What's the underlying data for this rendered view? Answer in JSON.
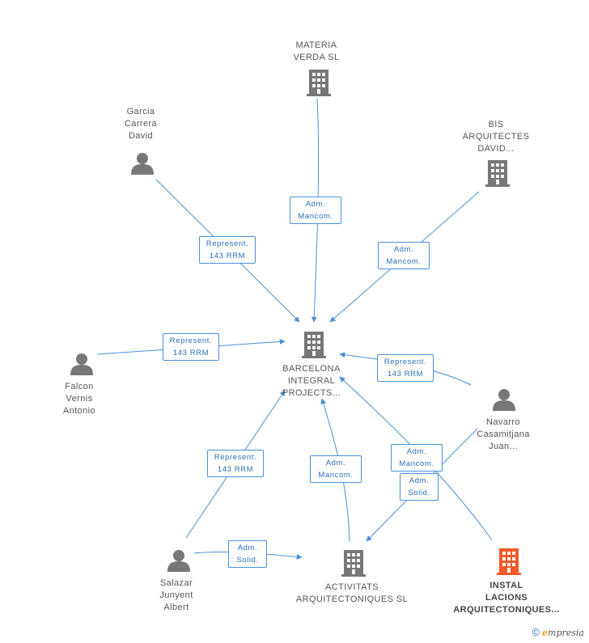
{
  "colors": {
    "edge": "#4a90d9",
    "icon": "#777777",
    "highlight": "#f05a28"
  },
  "nodes": [
    {
      "id": "barcelona",
      "type": "company",
      "label": "BARCELONA\nINTEGRAL\nPROJECTS..."
    },
    {
      "id": "materia",
      "type": "company",
      "label": "MATERIA\nVERDA  SL"
    },
    {
      "id": "bis",
      "type": "company",
      "label": "BIS\nARQUITECTES\nDAVID..."
    },
    {
      "id": "garcia",
      "type": "person",
      "label": "Garcia\nCarrera\nDavid"
    },
    {
      "id": "falcon",
      "type": "person",
      "label": "Falcon\nVernis\nAntonio"
    },
    {
      "id": "navarro",
      "type": "person",
      "label": "Navarro\nCasamitjana\nJuan..."
    },
    {
      "id": "salazar",
      "type": "person",
      "label": "Salazar\nJunyent\nAlbert"
    },
    {
      "id": "activitats",
      "type": "company",
      "label": "ACTIVITATS\nARQUITECTONIQUES SL"
    },
    {
      "id": "instal",
      "type": "company-highlight",
      "label": "INSTAL\nLACIONS\nARQUITECTONIQUES..."
    }
  ],
  "edges": [
    {
      "id": "e-materia",
      "label": "Adm.\nMancom."
    },
    {
      "id": "e-garcia",
      "label": "Represent.\n143 RRM"
    },
    {
      "id": "e-bis",
      "label": "Adm.\nMancom."
    },
    {
      "id": "e-falcon",
      "label": "Represent.\n143 RRM"
    },
    {
      "id": "e-navarro",
      "label": "Represent.\n143 RRM"
    },
    {
      "id": "e-salazar-bip",
      "label": "Represent.\n143 RRM"
    },
    {
      "id": "e-activitats",
      "label": "Adm.\nMancom."
    },
    {
      "id": "e-instal",
      "label": "Adm.\nMancom."
    },
    {
      "id": "e-navarro-act",
      "label": "Adm.\nSolid."
    },
    {
      "id": "e-salazar-act",
      "label": "Adm.\nSolid."
    }
  ],
  "footer": {
    "copyright": "©",
    "brand_initial": "e",
    "brand_rest": "mpresia"
  }
}
